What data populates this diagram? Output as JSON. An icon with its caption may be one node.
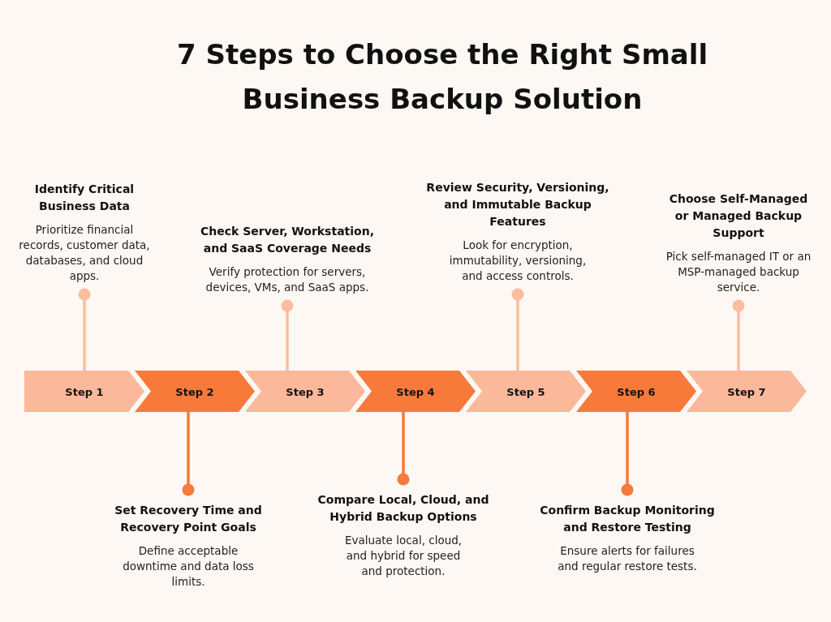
{
  "diagram": {
    "title": "7 Steps to Choose the Right Small Business Backup Solution",
    "nodes": [
      {
        "text": [
          "Identify Critical Business Data",
          "Prioritize financial records, customer data, databases, and cloud apps."
        ]
      },
      {
        "text": [
          "Check Server, Workstation, and SaaS Coverage Needs",
          "Verify protection for servers, devices, VMs, and SaaS apps."
        ]
      },
      {
        "text": [
          "Review Security, Versioning, and Immutable Backup Features",
          "Look for encryption, immutability, versioning, and access controls."
        ]
      },
      {
        "text": [
          "Choose Self-Managed or Managed Backup Support",
          "Pick self-managed IT or an MSP-managed backup service."
        ]
      },
      {
        "text": [
          "Step 1"
        ]
      },
      {
        "text": [
          "Step 2"
        ]
      },
      {
        "text": [
          "Step 3"
        ]
      },
      {
        "text": [
          "Step 4"
        ]
      },
      {
        "text": [
          "Step 5"
        ]
      },
      {
        "text": [
          "Step 6"
        ]
      },
      {
        "text": [
          "Step 7"
        ]
      },
      {
        "text": [
          "Set Recovery Time and Recovery Point Goals",
          "Define acceptable downtime and data loss limits."
        ]
      },
      {
        "text": [
          "Compare Local, Cloud, and Hybrid Backup Options",
          "Evaluate local, cloud, and hybrid for speed and protection."
        ]
      },
      {
        "text": [
          "Confirm Backup Monitoring and Restore Testing",
          "Ensure alerts for failures and regular restore tests."
        ]
      }
    ],
    "edges": [
      {
        "from": 0,
        "to": 4,
        "arrow": "other"
      },
      {
        "from": 11,
        "to": 5,
        "arrow": "other",
        "color": "#f57a3d"
      },
      {
        "from": 1,
        "to": 6,
        "arrow": "other"
      },
      {
        "from": 12,
        "to": 7,
        "arrow": "other",
        "color": "#f57a3d"
      },
      {
        "from": 2,
        "to": 8,
        "arrow": "other"
      },
      {
        "from": 13,
        "to": 9,
        "arrow": "other",
        "color": "#f57a3d"
      },
      {
        "from": 3,
        "to": 10,
        "arrow": "other"
      }
    ]
  }
}
